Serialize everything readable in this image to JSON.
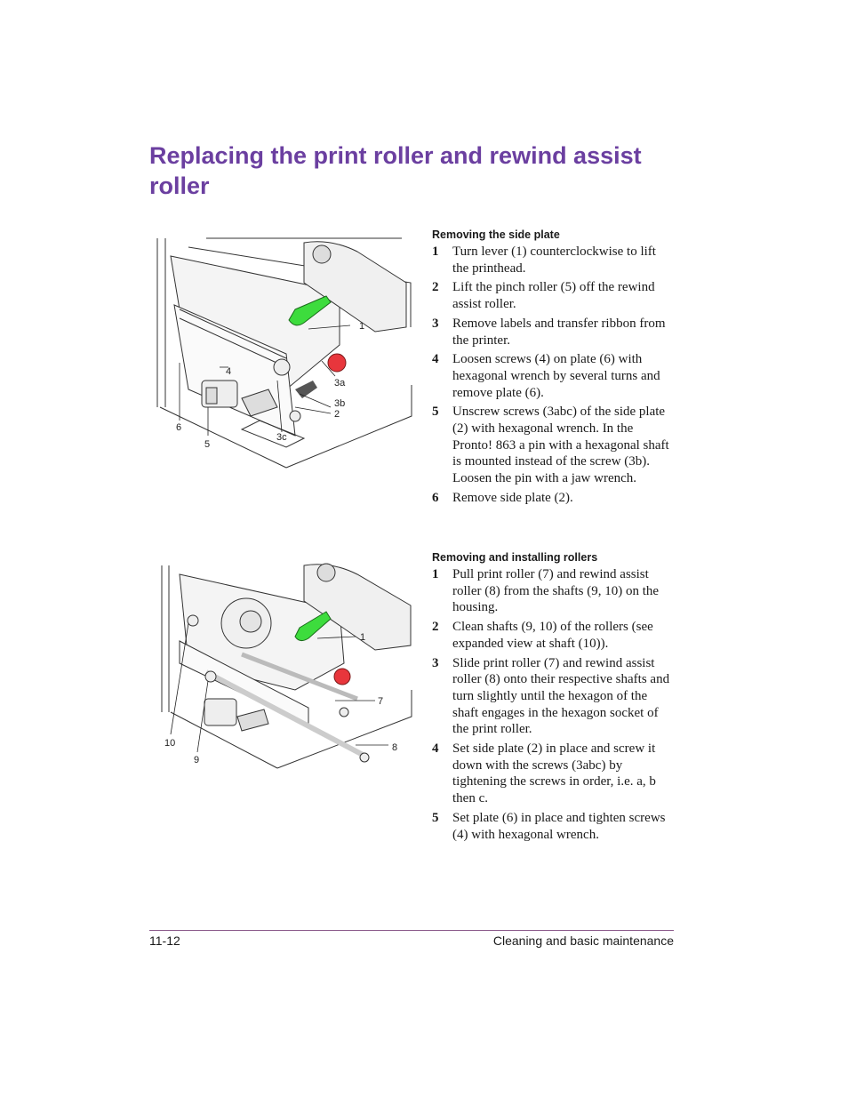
{
  "title": "Replacing the print roller and rewind assist roller",
  "section1": {
    "heading": "Removing the side plate",
    "steps": [
      {
        "n": "1",
        "text": "Turn lever (1) counterclockwise to lift the printhead."
      },
      {
        "n": "2",
        "text": "Lift the pinch roller (5) off the rewind assist roller."
      },
      {
        "n": "3",
        "text": "Remove labels and transfer ribbon from the printer."
      },
      {
        "n": "4",
        "text": "Loosen screws (4) on plate (6) with hexagonal wrench by several turns and remove plate (6)."
      },
      {
        "n": "5",
        "text": "Unscrew screws (3abc) of the side plate (2) with hexagonal wrench. In the Pronto! 863 a pin with a hexagonal shaft is mounted instead of the screw (3b). Loosen the pin with a jaw wrench."
      },
      {
        "n": "6",
        "text": "Remove side plate (2)."
      }
    ]
  },
  "section2": {
    "heading": "Removing and installing rollers",
    "steps": [
      {
        "n": "1",
        "text": "Pull print roller (7) and rewind assist roller (8) from the shafts (9, 10) on the housing."
      },
      {
        "n": "2",
        "text": "Clean shafts (9, 10) of the rollers (see expanded view at shaft (10))."
      },
      {
        "n": "3",
        "text": "Slide print roller (7) and rewind assist roller (8) onto their respective shafts and turn slightly until the hexagon of the shaft engages in the hexagon socket of the print roller."
      },
      {
        "n": "4",
        "text": "Set side plate (2) in place and screw it down with the screws (3abc) by tightening the screws in order, i.e. a, b then c."
      },
      {
        "n": "5",
        "text": "Set plate (6) in place and tighten screws (4) with hexagonal wrench."
      }
    ]
  },
  "figure1": {
    "callouts": [
      "1",
      "4",
      "3a",
      "3b",
      "2",
      "6",
      "5",
      "3c"
    ]
  },
  "figure2": {
    "callouts": [
      "1",
      "7",
      "8",
      "10",
      "9"
    ]
  },
  "footer": {
    "page_number": "11-12",
    "chapter": "Cleaning and basic maintenance"
  },
  "colors": {
    "title": "#6b3fa0",
    "lever": "#3ddc3d",
    "knob": "#e8363c",
    "rule": "#8b5a8b"
  }
}
